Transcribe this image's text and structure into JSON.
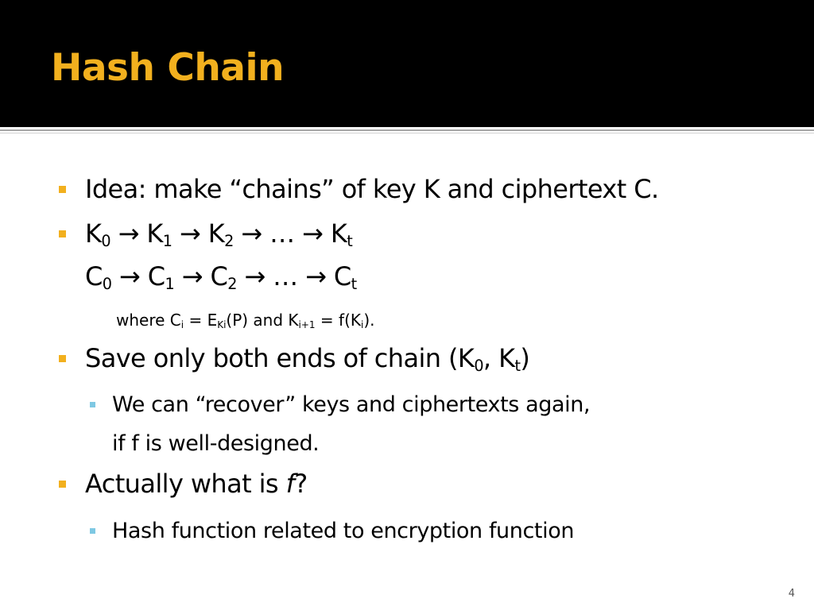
{
  "slide": {
    "title": "Hash Chain",
    "page_number": "4",
    "colors": {
      "header_bg": "#000000",
      "title": "#f2b01e",
      "bullet_l1": "#f2b01e",
      "bullet_l2": "#7ec8e3"
    }
  },
  "bullets": {
    "b1": "Idea: make “chains” of key K and ciphertext C.",
    "k_chain": {
      "K": "K",
      "s0": "0",
      "s1": "1",
      "s2": "2",
      "st": "t",
      "arrow": " → ",
      "ellipsis": "…"
    },
    "c_chain": {
      "C": "C",
      "s0": "0",
      "s1": "1",
      "s2": "2",
      "st": "t",
      "arrow": " → ",
      "ellipsis": "…"
    },
    "where": {
      "p1": "where C",
      "s1": "i",
      "p2": " = E",
      "s2": "Ki",
      "p3": "(P) and K",
      "s3": "i+1",
      "p4": " = f(K",
      "s4": "i",
      "p5": ")."
    },
    "b3": {
      "p1": "Save only both ends of chain (K",
      "s1": "0",
      "p2": ", K",
      "s2": "t",
      "p3": ")"
    },
    "b3_sub": {
      "line1": "We can “recover” keys and ciphertexts again,",
      "line2": "if f is well-designed."
    },
    "b4": {
      "p1": "Actually what is ",
      "f": "f",
      "p2": "?"
    },
    "b4_sub": "Hash function related to encryption function"
  }
}
